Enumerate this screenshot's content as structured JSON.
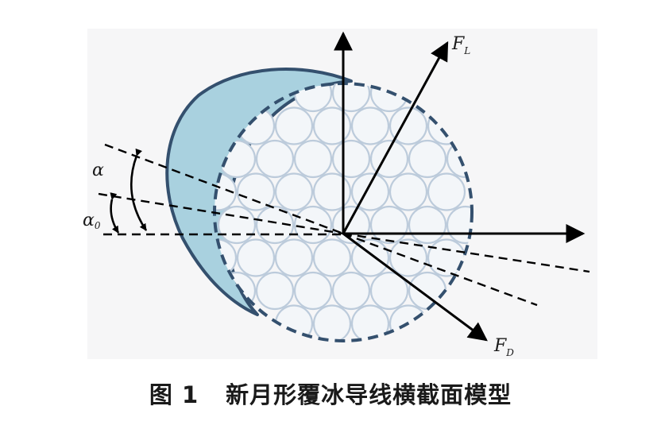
{
  "labels": {
    "force_lift": "F",
    "force_lift_sub": "L",
    "force_drag": "F",
    "force_drag_sub": "D",
    "angle_alpha": "α",
    "angle_alpha0": "α",
    "angle_alpha0_sub": "0"
  },
  "caption": {
    "figure_number": "图 1",
    "title": "新月形覆冰导线横截面模型"
  },
  "colors": {
    "ice": "#a9d1df",
    "ice_outline": "#34506e",
    "conductor_outline": "#34506e",
    "strand_fill": "#f3f6f9",
    "strand_stroke": "#bccbdb",
    "panel": "#f6f6f7",
    "ink": "#000000"
  }
}
